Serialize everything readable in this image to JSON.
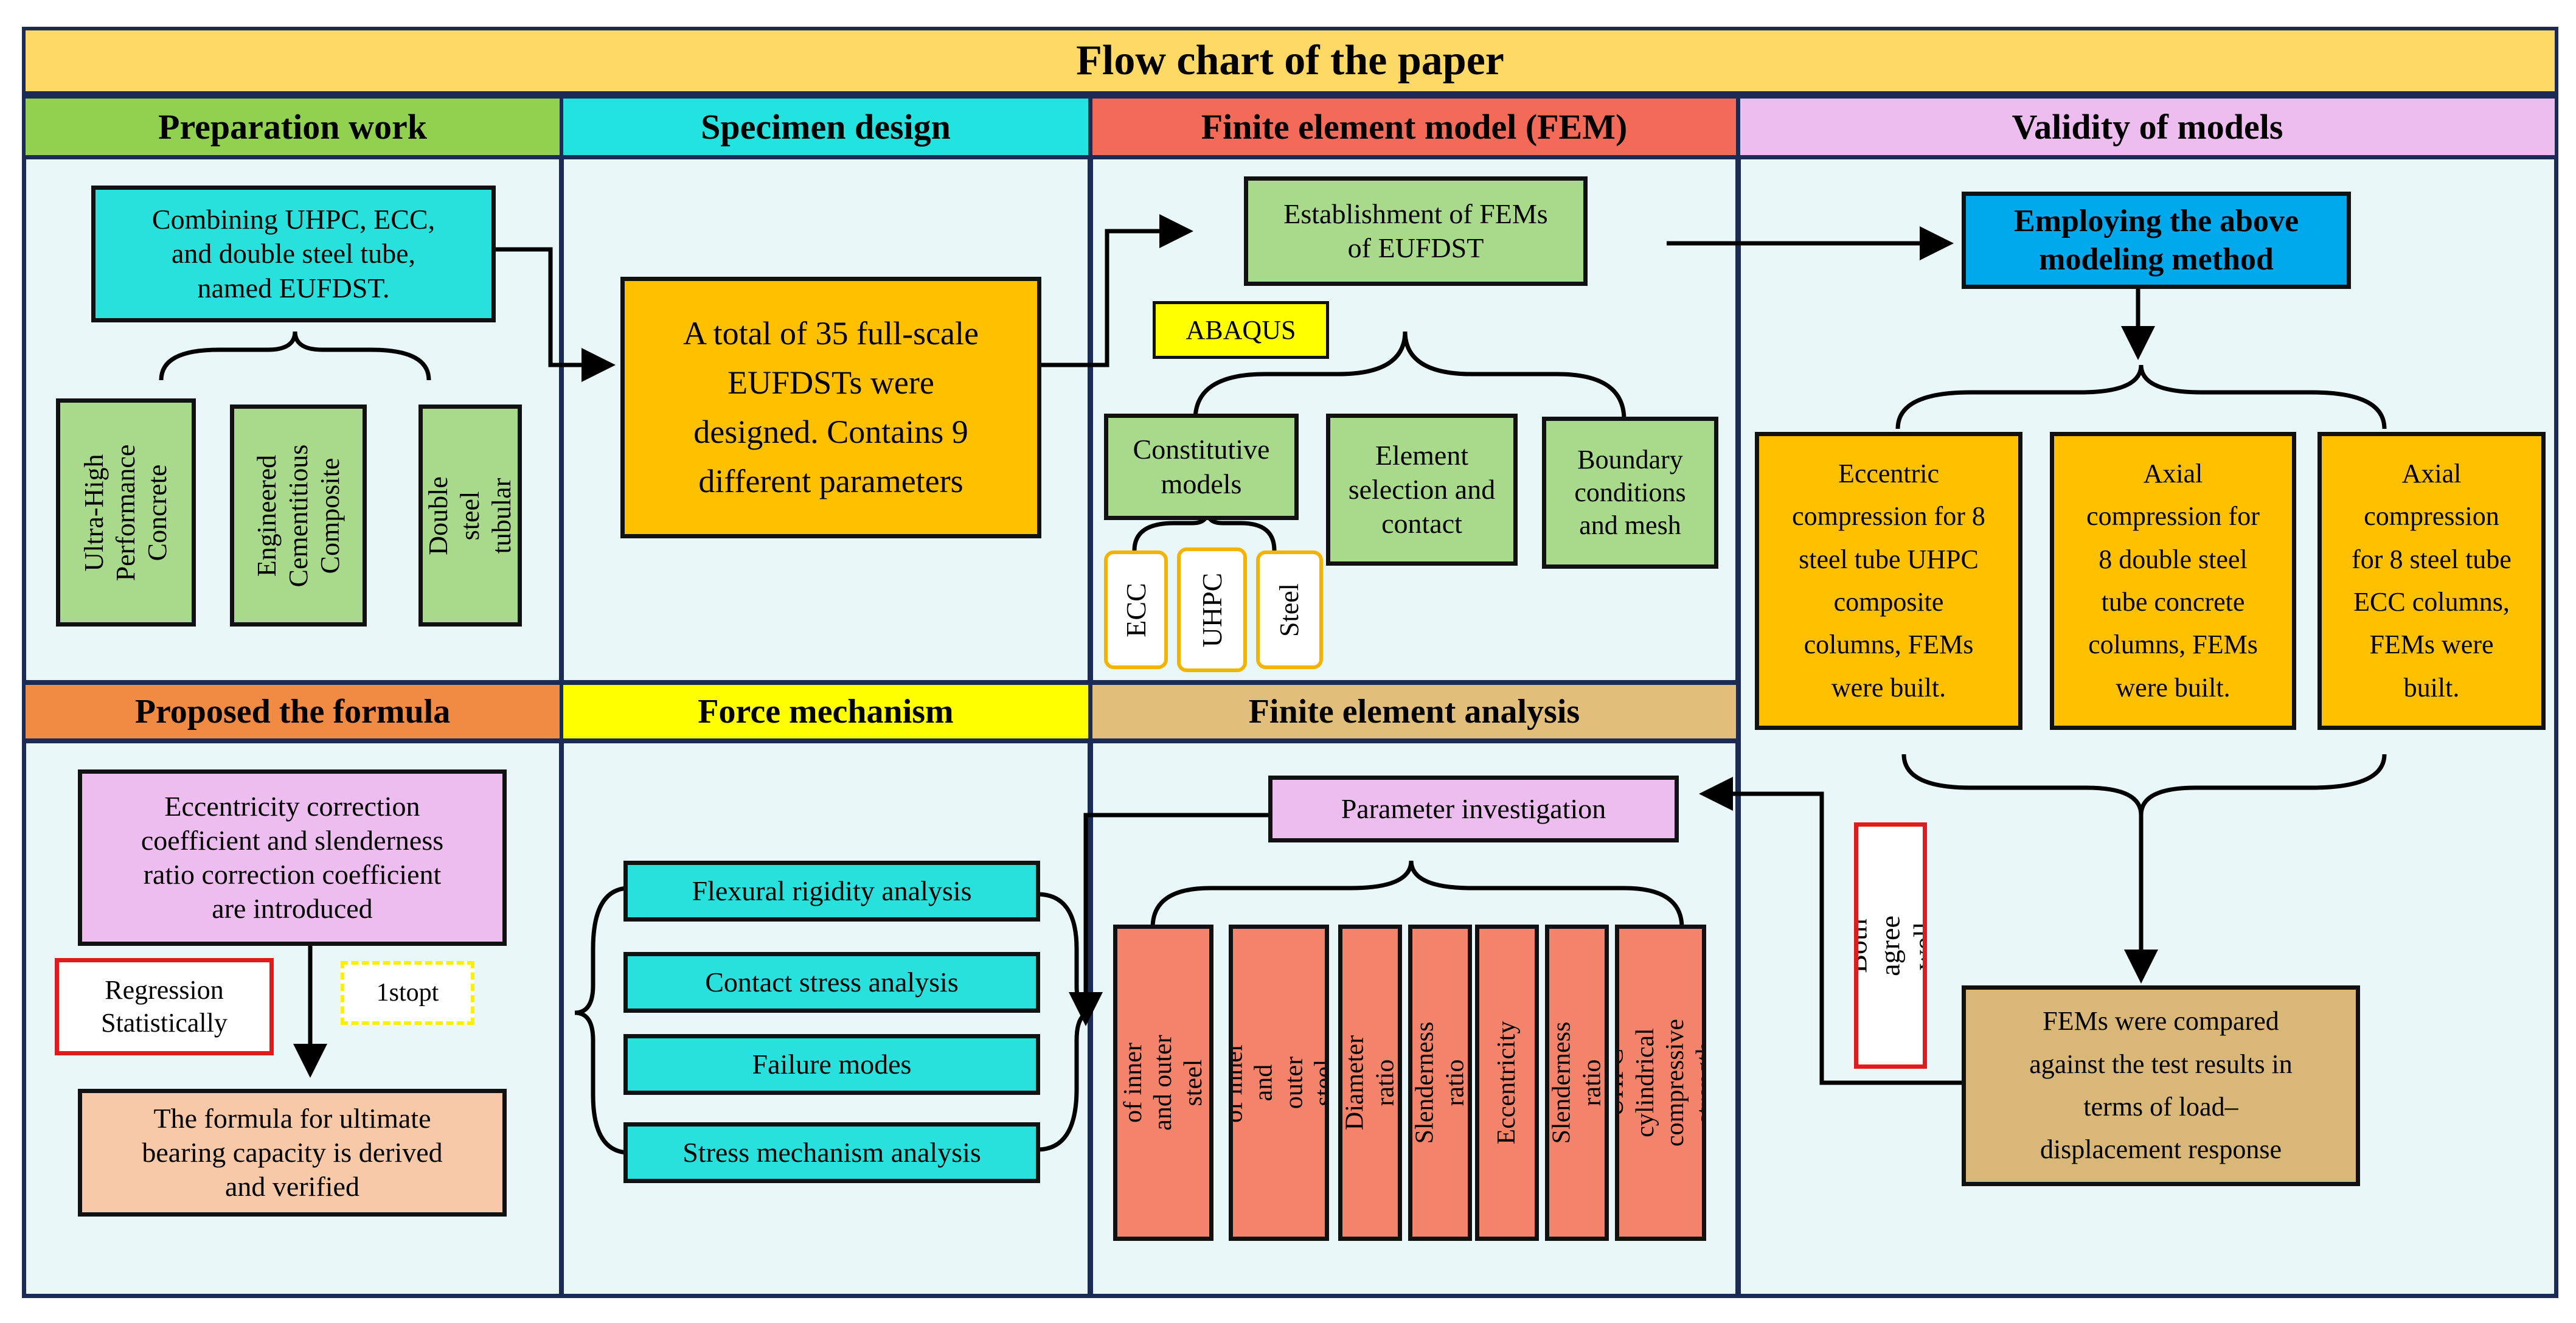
{
  "title": "Flow chart of the paper",
  "colors": {
    "title_bg": "#ffd966",
    "panel_bg": "#e9f7f8",
    "border": "#1b2b55",
    "preparation": "#92d050",
    "specimen": "#22e3df",
    "fem": "#f36b58",
    "validity": "#ecbdee",
    "formula": "#f18a43",
    "force": "#ffff00",
    "fea": "#e2be7b",
    "accent_orange_border": "#f2b400",
    "red_border": "#e11b1b"
  },
  "sections": {
    "preparation": "Preparation work",
    "specimen": "Specimen design",
    "fem": "Finite element model (FEM)",
    "validity": "Validity of models",
    "formula": "Proposed the formula",
    "force": "Force mechanism",
    "fea": "Finite element analysis"
  },
  "preparation": {
    "combining": "Combining UHPC, ECC,\nand double steel tube,\nnamed EUFDST.",
    "items": [
      "Ultra-High\nPerformance\nConcrete",
      "Engineered\nCementitious\nComposite",
      "Double steel\ntubular"
    ]
  },
  "specimen": {
    "text": "A total of 35 full-scale\nEUFDSTs were\ndesigned. Contains 9\ndifferent parameters"
  },
  "fem": {
    "establishment": "Establishment of FEMs\nof EUFDST",
    "abaqus": "ABAQUS",
    "constitutive": "Constitutive\nmodels",
    "element": "Element\nselection and\ncontact",
    "boundary": "Boundary\nconditions\nand mesh",
    "materials": [
      "ECC",
      "UHPC",
      "Steel"
    ]
  },
  "validity": {
    "employing": "Employing the above\nmodeling method",
    "cases": [
      "Eccentric\ncompression for 8\nsteel tube UHPC\ncomposite\ncolumns, FEMs\nwere built.",
      "Axial\ncompression for\n8 double steel\ntube concrete\ncolumns, FEMs\nwere built.",
      "Axial\ncompression\nfor 8 steel tube\nECC columns,\nFEMs were\nbuilt."
    ],
    "compared": "FEMs were compared\nagainst the test results in\nterms of load–\ndisplacement response",
    "agree": "Both agree well"
  },
  "formula": {
    "coefficients": "Eccentricity correction\ncoefficient and slenderness\nratio correction coefficient\nare introduced",
    "regression": "Regression\nStatistically",
    "stopt": "1stopt",
    "derived": "The formula for ultimate\nbearing capacity is derived\nand verified"
  },
  "force": {
    "items": [
      "Flexural rigidity analysis",
      "Contact stress analysis",
      "Failure modes",
      "Stress mechanism analysis"
    ]
  },
  "fea": {
    "parameter": "Parameter investigation",
    "params": [
      "Thickness of inner\nand outer steel tubes",
      "Strength of inner\nand outer steel tubes",
      "Diameter ratio",
      "Slenderness ratio",
      "Eccentricity",
      "Slenderness ratio",
      "UHPC cylindrical\ncompressive strength"
    ]
  }
}
